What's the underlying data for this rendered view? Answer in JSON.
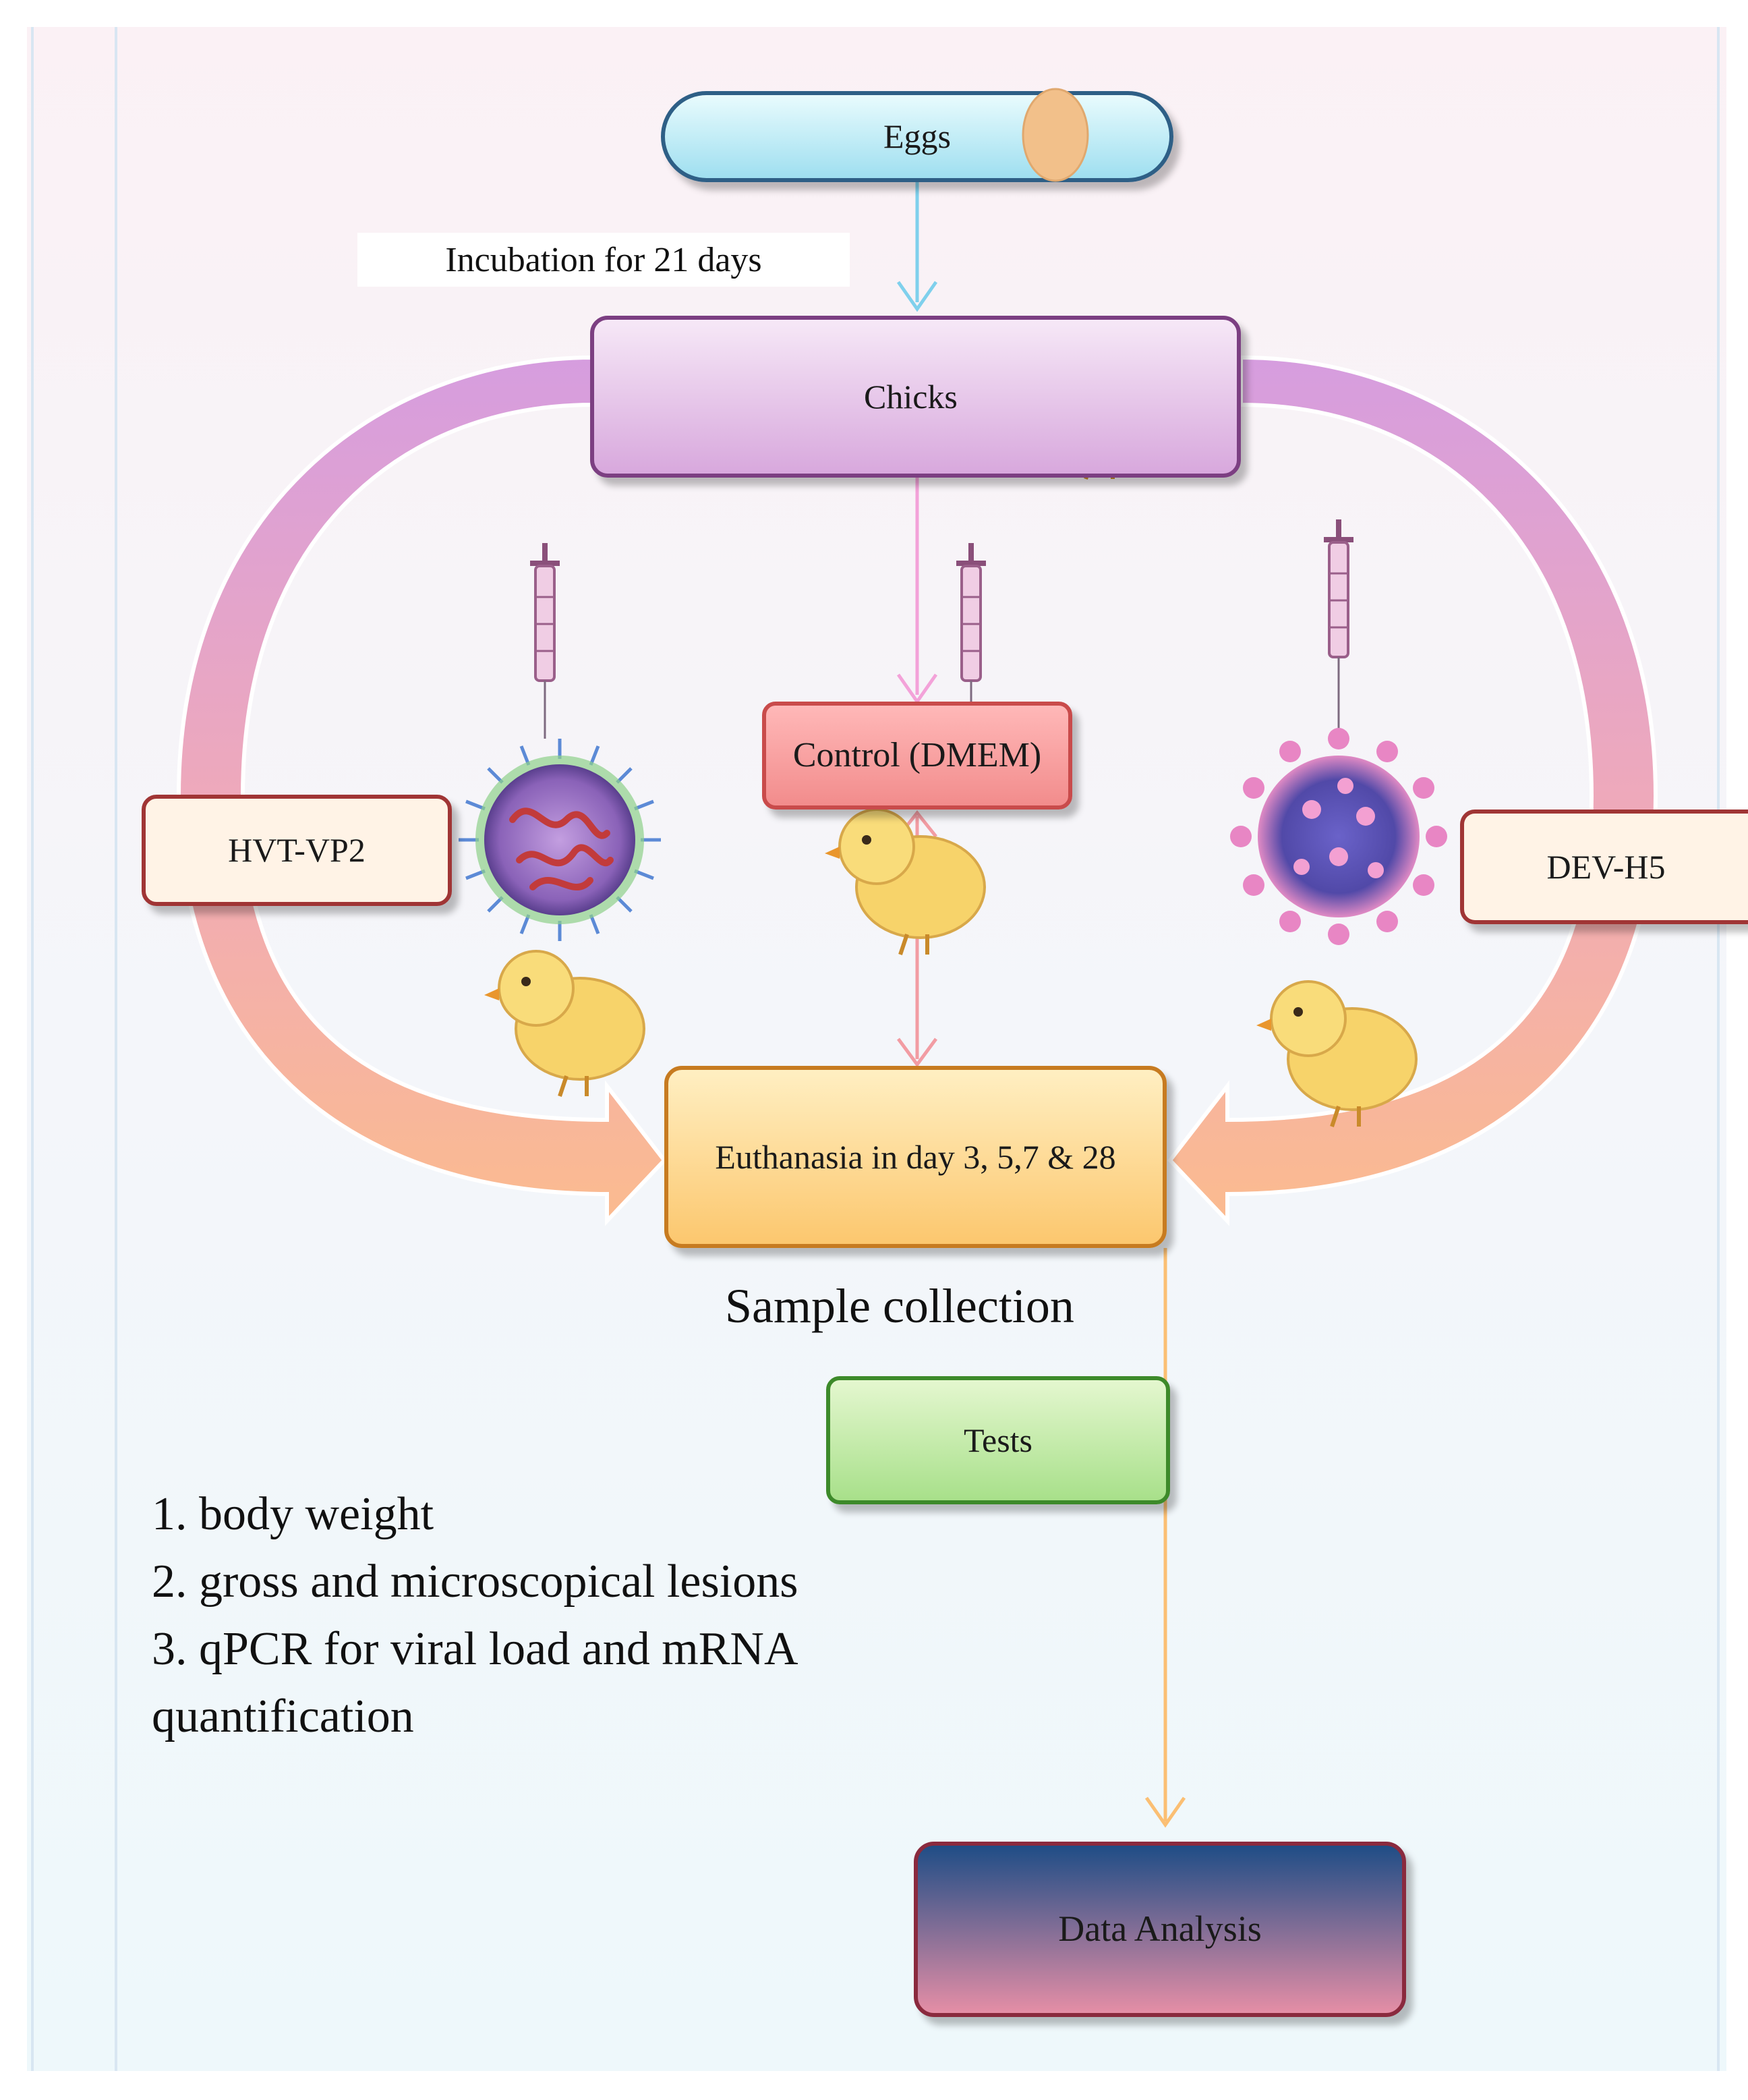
{
  "diagram": {
    "eggs": "Eggs",
    "incubation": "Incubation for 21 days",
    "chicks": "Chicks",
    "control": "Control (DMEM)",
    "group_left": "HVT-VP2",
    "group_right": "DEV-H5",
    "euthanasia": "Euthanasia in day 3, 5,7 & 28",
    "sample_collection": "Sample collection",
    "tests": "Tests",
    "test_list": [
      "1. body weight",
      "2. gross and microscopical lesions",
      "3. qPCR for viral load and mRNA quantification"
    ],
    "data_analysis": "Data Analysis"
  },
  "colors": {
    "loop_top": "#d69ddf",
    "loop_bottom": "#fbb98e",
    "egg": "#f2c08a",
    "chick": "#f7d36a",
    "virus_left": "#b08fd1",
    "virus_right": "#d96fb0"
  },
  "icons": [
    "egg-icon",
    "chick-icon",
    "syringe-icon",
    "virus-icon"
  ]
}
